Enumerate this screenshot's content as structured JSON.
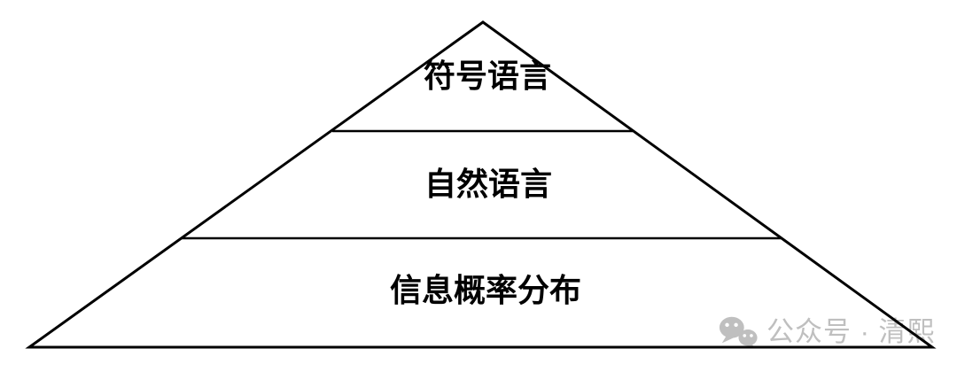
{
  "pyramid": {
    "levels": [
      {
        "id": "top",
        "label": "符号语言"
      },
      {
        "id": "middle",
        "label": "自然语言"
      },
      {
        "id": "bottom",
        "label": "信息概率分布"
      }
    ]
  },
  "watermark": {
    "label": "公众号 · 清熙",
    "icon": "wechat-icon"
  },
  "colors": {
    "background": "#ffffff",
    "outline": "#000000",
    "label_text": "#000000",
    "watermark": "#bfbfbf"
  }
}
